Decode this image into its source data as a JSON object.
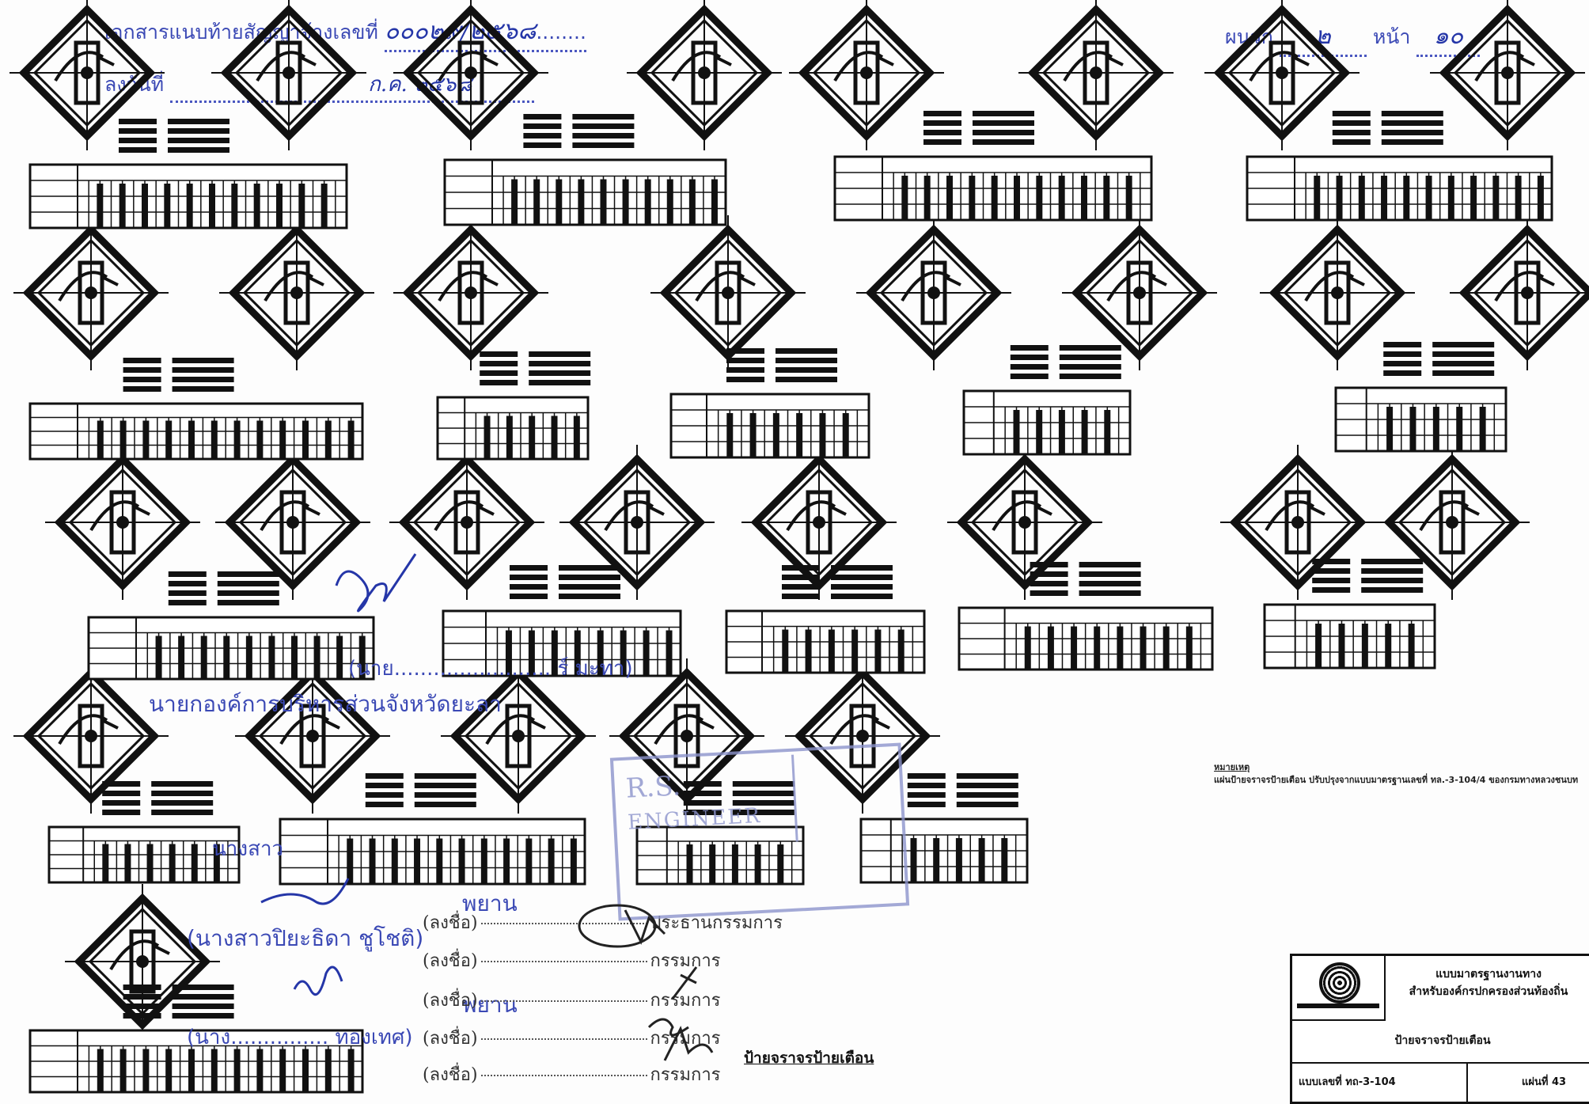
{
  "header": {
    "contract_label": "เอกสารแนบท้ายสัญญาจ้างเลขที่",
    "contract_no": "๐๐๐๒๙/๒๕๖๘",
    "date_label": "ลงวันที่",
    "date_value": "ก.ค. ๒๕๖๘",
    "appendix_label": "ผนวก",
    "appendix_no": "๒",
    "page_label": "หน้า",
    "page_no": "๑๐"
  },
  "signatories": {
    "name_1": "(นาย........................ ร์ มะทา)",
    "title_1": "นายกองค์การบริหารส่วนจังหวัดยะลา",
    "name_2": "(นางสาวปิยะธิดา ชูโชติ)",
    "witness_label": "พยาน",
    "name_3": "(นาง............... ทองเทศ)",
    "miss_label": "นางสาว"
  },
  "committee": {
    "sign_label": "(ลงชื่อ)",
    "rows": [
      "ประธานกรรมการ",
      "กรรมการ",
      "กรรมการ",
      "กรรมการ",
      "กรรมการ"
    ]
  },
  "stamp": {
    "line1": "R.S.",
    "line2": "ENGINEER"
  },
  "notes": {
    "title": "หมายเหตุ",
    "text": "แผ่นป้ายจราจรป้ายเตือน ปรับปรุงจากแบบมาตรฐานเลขที่ ทล.-3-104/4 ของกรมทางหลวงชนบท"
  },
  "footer_title": "ป้ายจราจรป้ายเตือน",
  "title_block": {
    "line1": "แบบมาตรฐานงานทาง",
    "line2": "สำหรับองค์กรปกครองส่วนท้องถิ่น",
    "name": "ป้ายจราจรป้ายเตือน",
    "drawing_no": "แบบเลขที่ ทถ-3-104",
    "sheet": "แผ่นที่ 43"
  },
  "colors": {
    "ink_blue": "#3b49b5",
    "stamp_blue": "#8c94cc",
    "black": "#111111"
  }
}
